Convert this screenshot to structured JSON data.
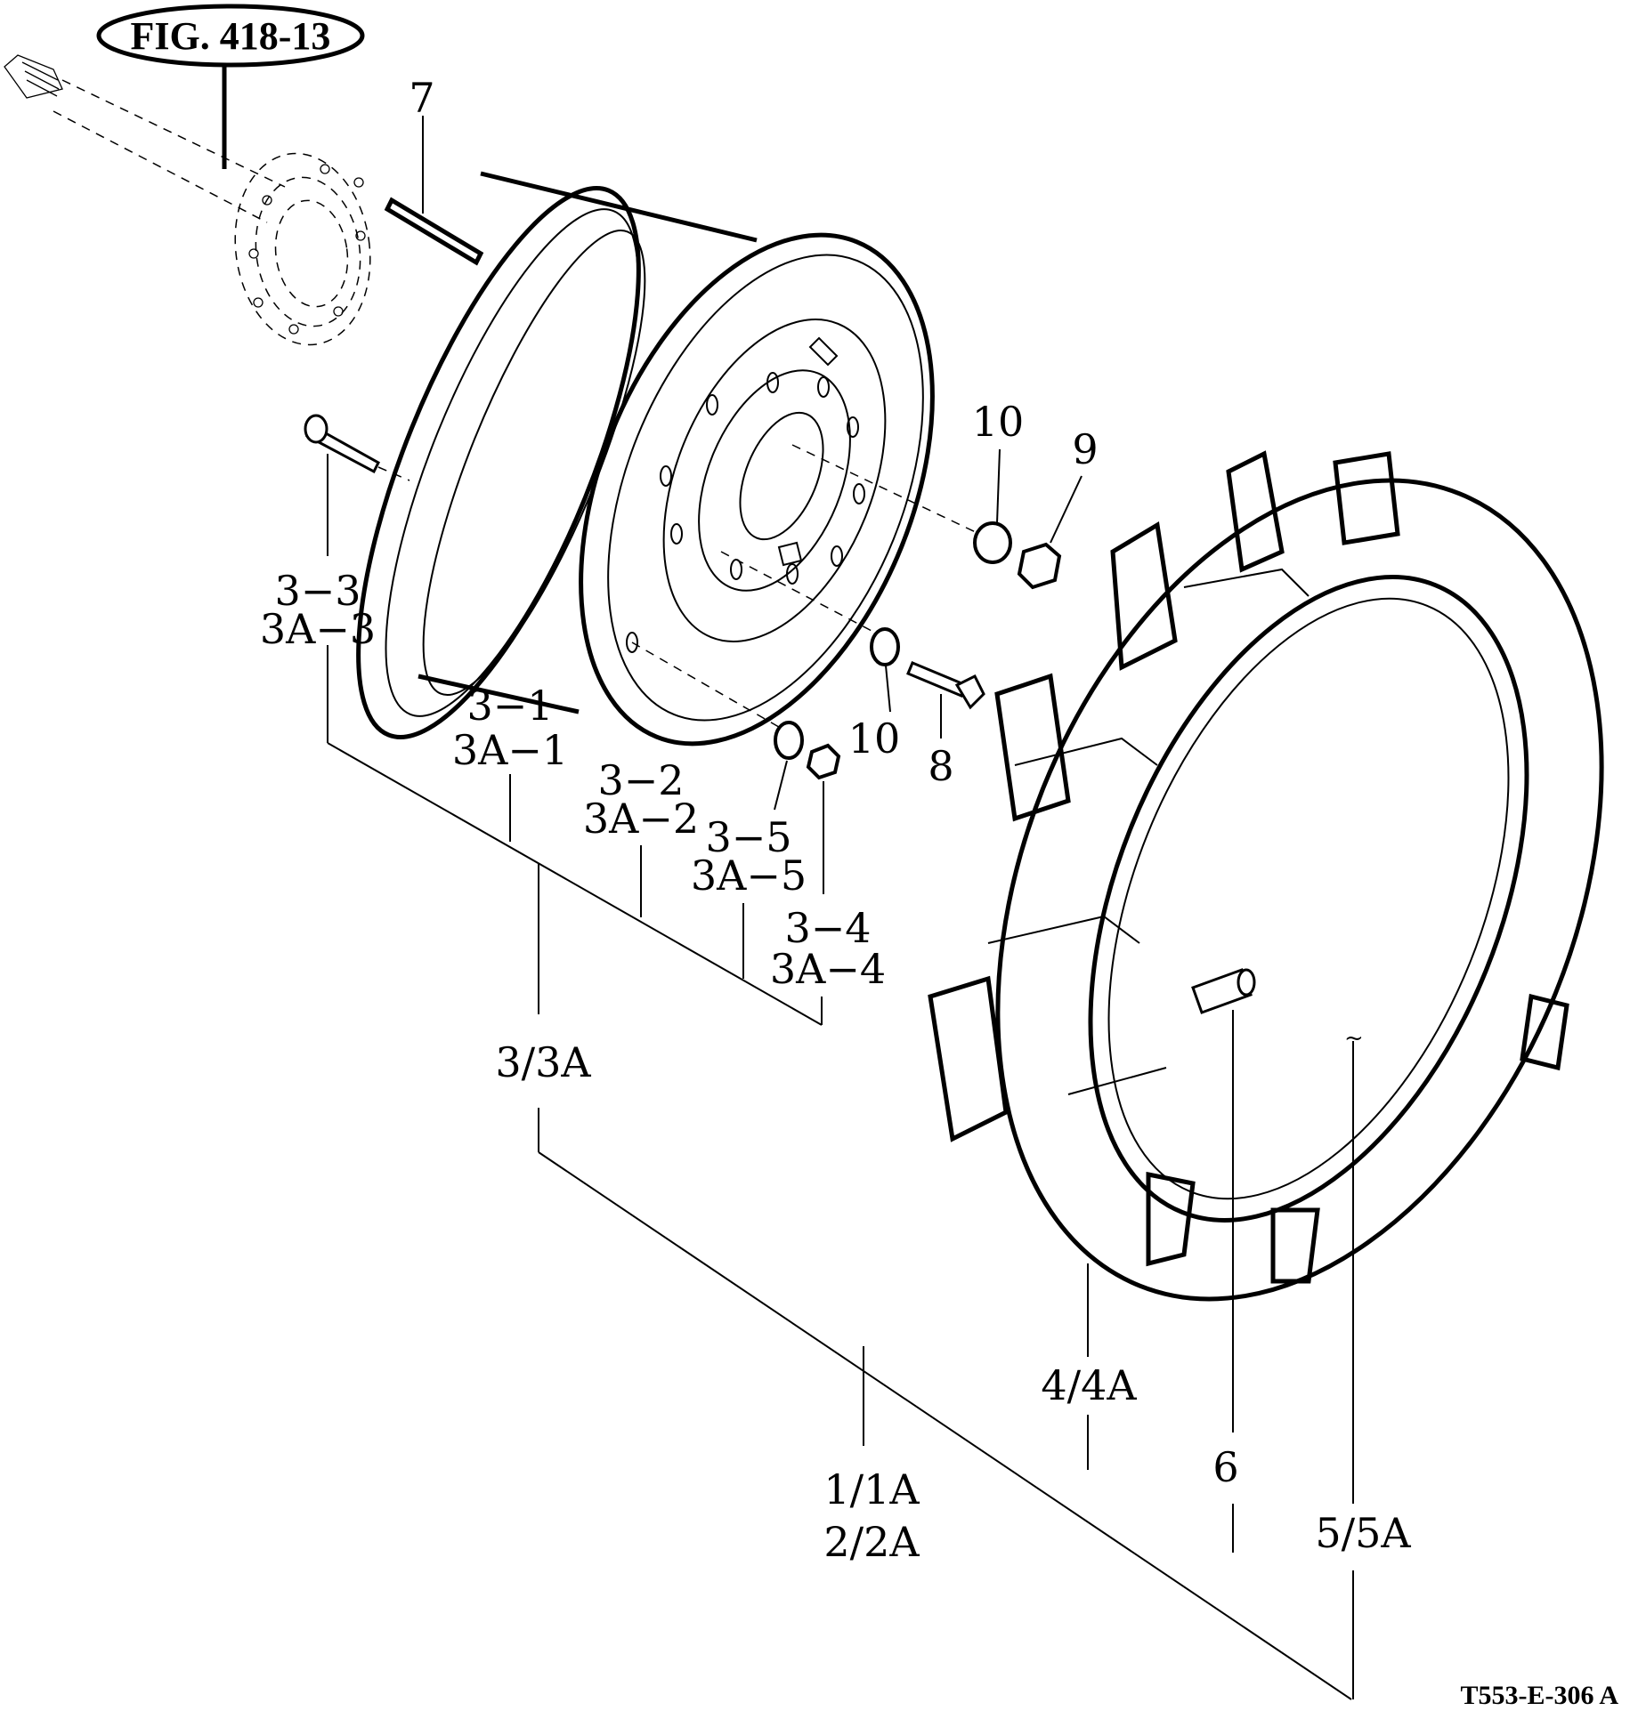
{
  "figure": {
    "reference_callout": "FIG. 418-13",
    "drawing_id": "T553-E-306 A",
    "background": "#ffffff",
    "ink": "#000000"
  },
  "callouts": {
    "c7": "7",
    "c10a": "10",
    "c9": "9",
    "c3_3": "3−3",
    "c3A_3": "3A−3",
    "c3_1": "3−1",
    "c3A_1": "3A−1",
    "c3_2": "3−2",
    "c3A_2": "3A−2",
    "c3_5": "3−5",
    "c3A_5": "3A−5",
    "c10b": "10",
    "c8": "8",
    "c3_4": "3−4",
    "c3A_4": "3A−4",
    "c3_3A": "3/3A",
    "c4_4A": "4/4A",
    "c6": "6",
    "c1_1A": "1/1A",
    "c2_2A": "2/2A",
    "c5_5A": "5/5A"
  }
}
